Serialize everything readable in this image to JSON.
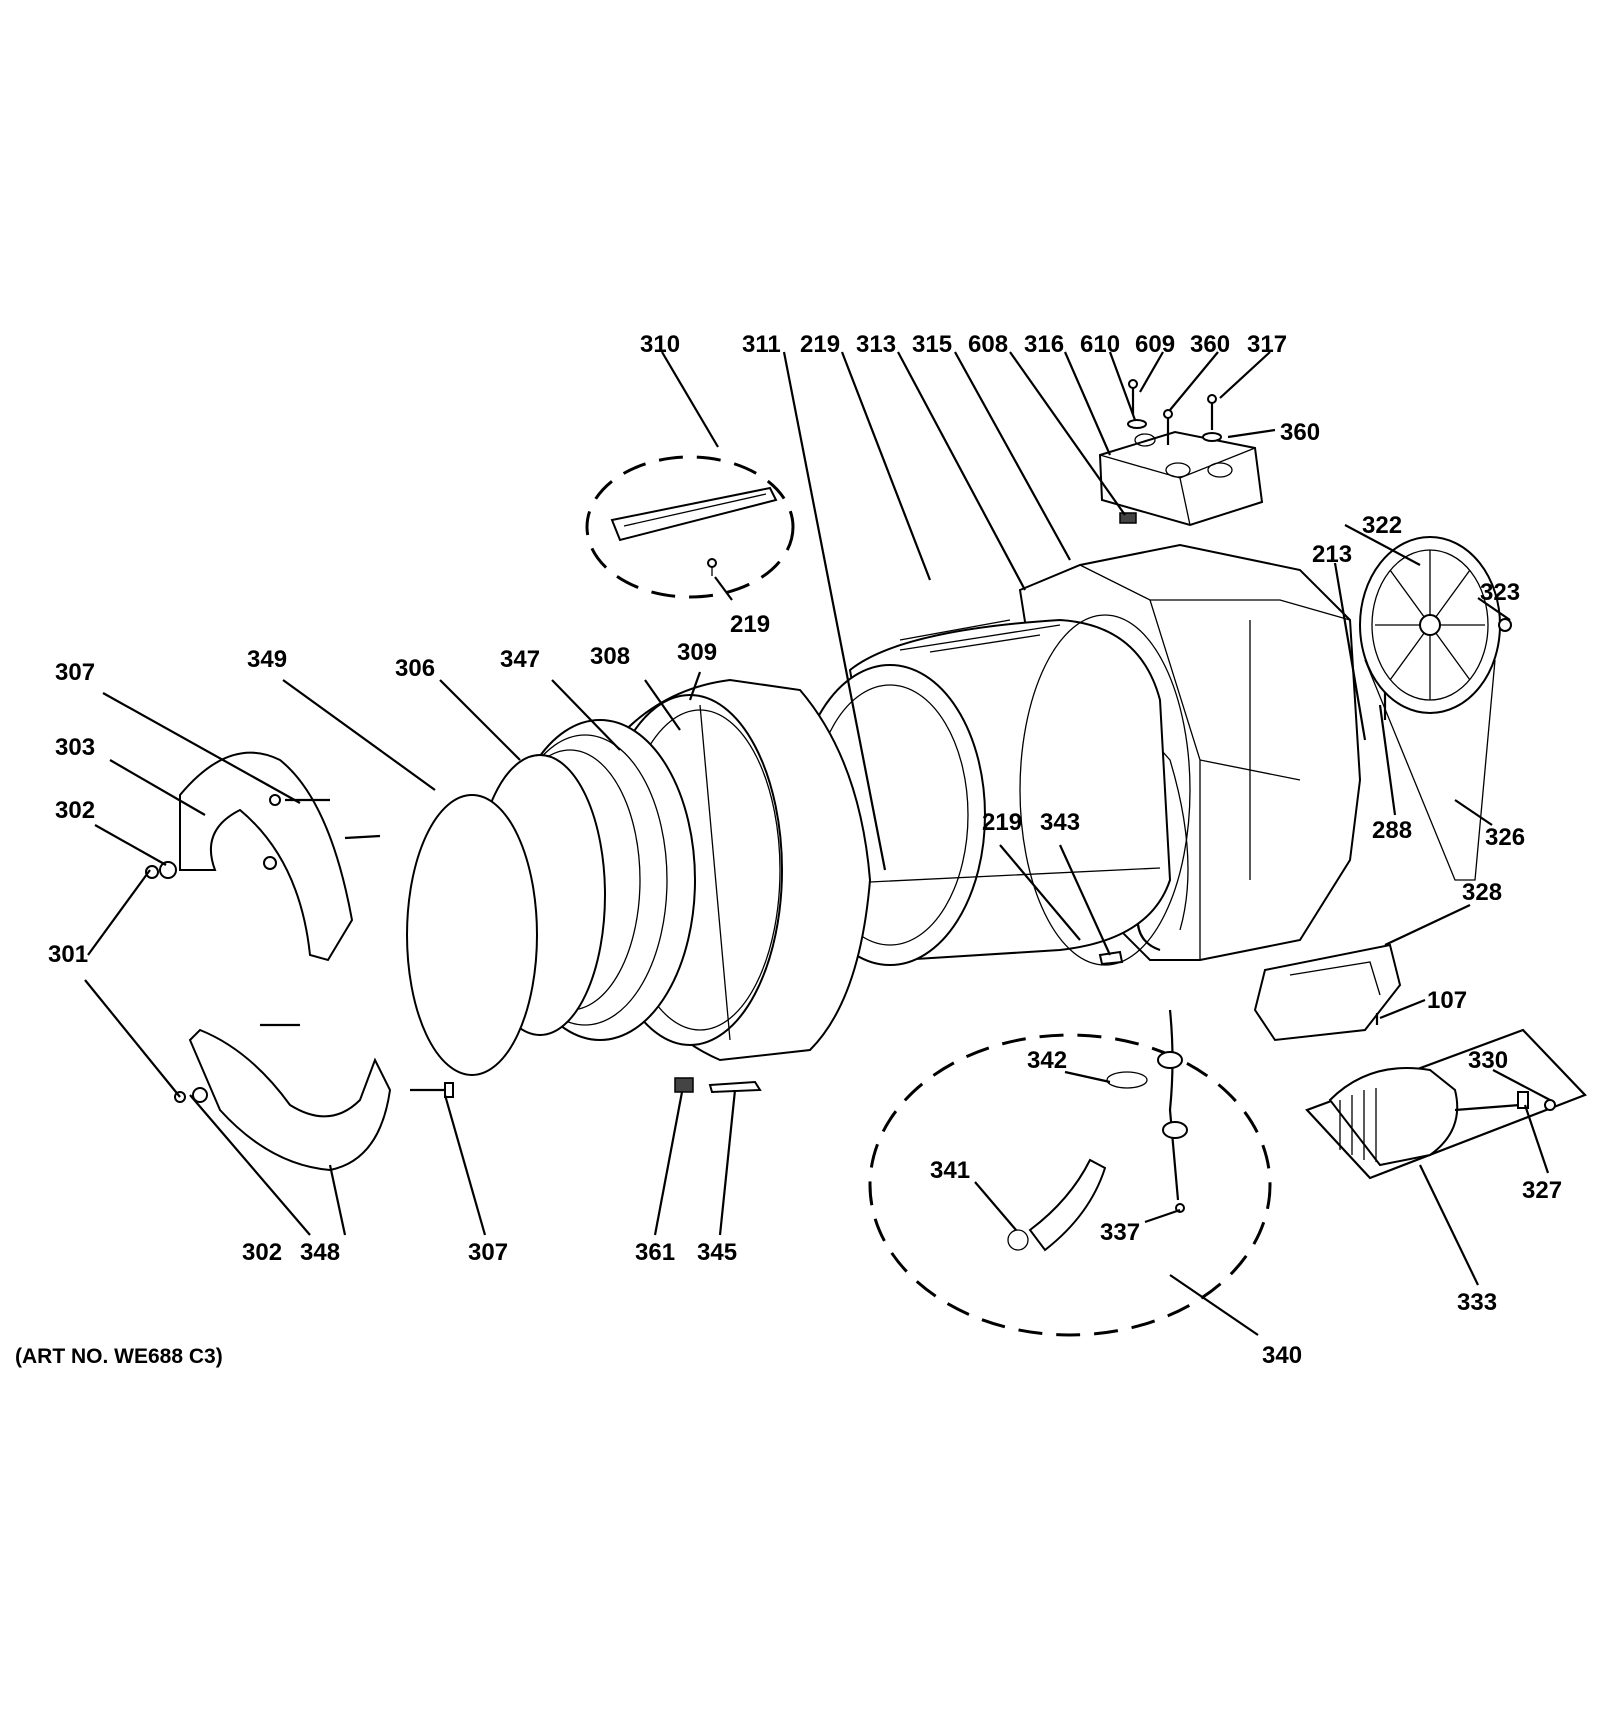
{
  "callouts": [
    {
      "id": "c-310",
      "text": "310"
    },
    {
      "id": "c-311",
      "text": "311"
    },
    {
      "id": "c-219a",
      "text": "219"
    },
    {
      "id": "c-313",
      "text": "313"
    },
    {
      "id": "c-315",
      "text": "315"
    },
    {
      "id": "c-608",
      "text": "608"
    },
    {
      "id": "c-316",
      "text": "316"
    },
    {
      "id": "c-610",
      "text": "610"
    },
    {
      "id": "c-609",
      "text": "609"
    },
    {
      "id": "c-360a",
      "text": "360"
    },
    {
      "id": "c-317",
      "text": "317"
    },
    {
      "id": "c-360b",
      "text": "360"
    },
    {
      "id": "c-322",
      "text": "322"
    },
    {
      "id": "c-213",
      "text": "213"
    },
    {
      "id": "c-323",
      "text": "323"
    },
    {
      "id": "c-219b",
      "text": "219"
    },
    {
      "id": "c-307a",
      "text": "307"
    },
    {
      "id": "c-349",
      "text": "349"
    },
    {
      "id": "c-306",
      "text": "306"
    },
    {
      "id": "c-347",
      "text": "347"
    },
    {
      "id": "c-308",
      "text": "308"
    },
    {
      "id": "c-309",
      "text": "309"
    },
    {
      "id": "c-303",
      "text": "303"
    },
    {
      "id": "c-302a",
      "text": "302"
    },
    {
      "id": "c-301",
      "text": "301"
    },
    {
      "id": "c-219c",
      "text": "219"
    },
    {
      "id": "c-343",
      "text": "343"
    },
    {
      "id": "c-288",
      "text": "288"
    },
    {
      "id": "c-326",
      "text": "326"
    },
    {
      "id": "c-328",
      "text": "328"
    },
    {
      "id": "c-107",
      "text": "107"
    },
    {
      "id": "c-342",
      "text": "342"
    },
    {
      "id": "c-330",
      "text": "330"
    },
    {
      "id": "c-341",
      "text": "341"
    },
    {
      "id": "c-337",
      "text": "337"
    },
    {
      "id": "c-327",
      "text": "327"
    },
    {
      "id": "c-302b",
      "text": "302"
    },
    {
      "id": "c-348",
      "text": "348"
    },
    {
      "id": "c-307b",
      "text": "307"
    },
    {
      "id": "c-361",
      "text": "361"
    },
    {
      "id": "c-345",
      "text": "345"
    },
    {
      "id": "c-333",
      "text": "333"
    },
    {
      "id": "c-340",
      "text": "340"
    }
  ],
  "art_number": "(ART NO. WE688 C3)"
}
